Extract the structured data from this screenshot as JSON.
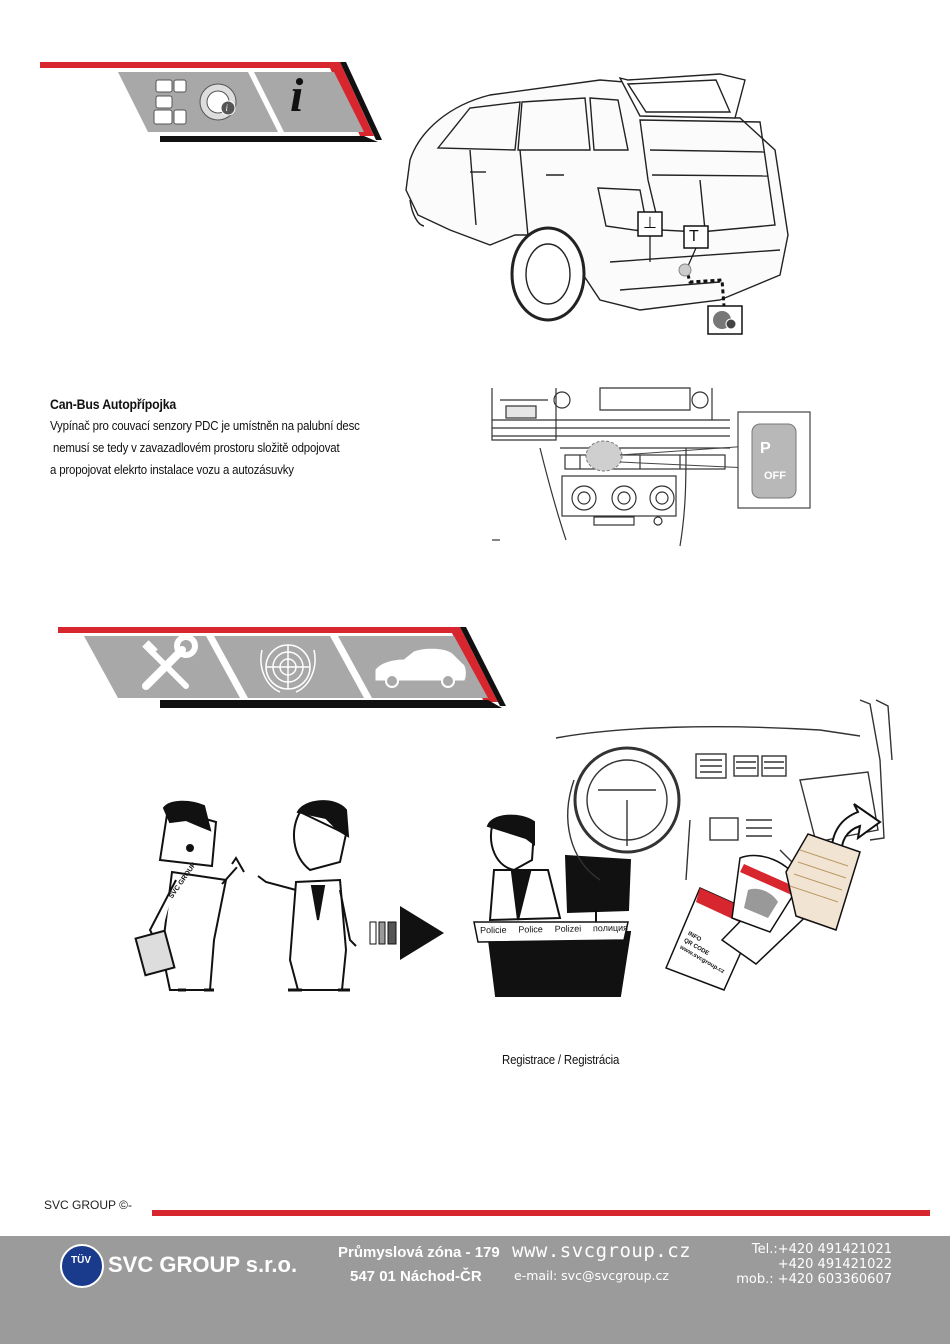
{
  "info_section": {
    "info_glyph": "i",
    "icons": [
      "connector-plug-icon",
      "information-icon"
    ],
    "car_labels": {
      "ground": "⊥",
      "terminal": "T"
    }
  },
  "canbus": {
    "title": "Can-Bus Autopřípojka",
    "lines": [
      "Vypínač pro couvací senzory PDC je umístněn na palubní desc",
      " nemusí se tedy v zavazadlovém prostoru složitě odpojovat",
      "a propojovat elekrto instalace vozu a autozásuvky"
    ],
    "button_label_top": "P",
    "button_label_bottom": "OFF"
  },
  "registration_section": {
    "icons": [
      "wrench-screwdriver-icon",
      "un-emblem-icon",
      "car-sedan-icon"
    ],
    "person_shirt_text": "SVC GROUP",
    "desk_sign": [
      "Policie",
      "Police",
      "Polizei",
      "полиция"
    ],
    "booklet_text": [
      "INFO",
      "QR CODE",
      "www.svcgroup.cz"
    ],
    "caption": "Registrace / Registrácia"
  },
  "copyright": "SVC GROUP ©-",
  "footer": {
    "company": "SVC GROUP s.r.o.",
    "tuv": "TÜV",
    "address_line1": "Průmyslová zóna - 179",
    "address_line2": "547 01 Náchod-ČR",
    "web": "www.svcgroup.cz",
    "email": "e-mail: svc@svcgroup.cz",
    "tel1": "Tel.:+420 491421021",
    "tel2": "+420 491421022",
    "mob": "mob.: +420 603360607"
  },
  "colors": {
    "accent_red": "#d7262e",
    "band_gray": "#9b9b9b",
    "icon_gray": "#a8a8a8"
  }
}
